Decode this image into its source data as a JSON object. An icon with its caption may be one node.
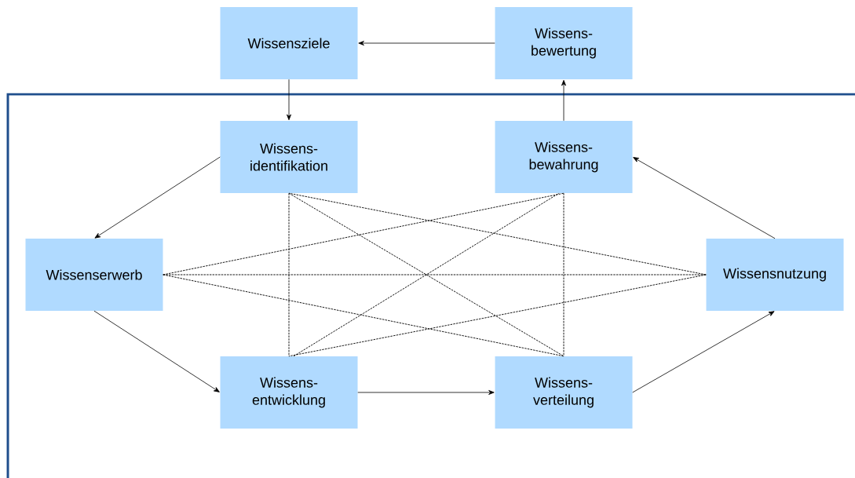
{
  "diagram": {
    "nodes": [
      {
        "text": [
          "Wissensziele"
        ]
      },
      {
        "text": [
          "Wissens- bewertung"
        ]
      },
      {
        "text": [
          "Wissens- identifikation"
        ]
      },
      {
        "text": [
          "Wissens- bewahrung"
        ]
      },
      {
        "text": [
          "Wissenserwerb"
        ]
      },
      {
        "text": [
          "Wissensnutzung"
        ]
      },
      {
        "text": [
          "Wissens- entwicklung"
        ]
      },
      {
        "text": [
          "Wissens- verteilung"
        ]
      }
    ],
    "edges": [
      {
        "from": 1,
        "to": 0,
        "arrow": "to"
      },
      {
        "from": 0,
        "to": 2,
        "arrow": "to"
      },
      {
        "from": 3,
        "to": 1,
        "arrow": "to"
      },
      {
        "from": 2,
        "to": 4,
        "arrow": "to"
      },
      {
        "from": 4,
        "to": 6,
        "arrow": "to"
      },
      {
        "from": 6,
        "to": 7,
        "arrow": "to"
      },
      {
        "from": 7,
        "to": 5,
        "arrow": "to"
      },
      {
        "from": 5,
        "to": 3,
        "arrow": "to"
      },
      {
        "from": 4,
        "to": 5,
        "arrow": "none",
        "style": "dashed"
      },
      {
        "from": 4,
        "to": 3,
        "arrow": "none",
        "style": "dashed"
      },
      {
        "from": 4,
        "to": 7,
        "arrow": "none",
        "style": "dashed"
      },
      {
        "from": 5,
        "to": 2,
        "arrow": "none",
        "style": "dashed"
      },
      {
        "from": 5,
        "to": 6,
        "arrow": "none",
        "style": "dashed"
      },
      {
        "from": 2,
        "to": 6,
        "arrow": "none",
        "style": "dashed"
      },
      {
        "from": 3,
        "to": 7,
        "arrow": "none",
        "style": "dashed"
      },
      {
        "from": 2,
        "to": 7,
        "arrow": "none",
        "style": "dashed"
      },
      {
        "from": 6,
        "to": 3,
        "arrow": "none",
        "style": "dashed"
      }
    ]
  }
}
